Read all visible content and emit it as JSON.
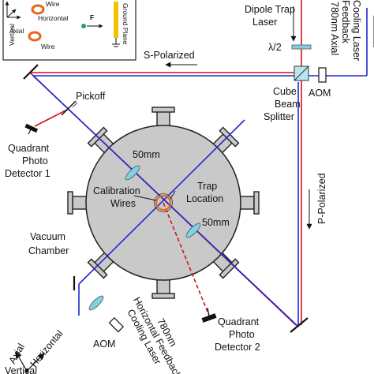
{
  "labels": {
    "dipole_trap_laser": [
      "Dipole Trap",
      "Laser"
    ],
    "lambda_half": "λ/2",
    "axial_cooling_laser": [
      "780nm Axial",
      "Feedback",
      "Cooling Laser"
    ],
    "s_polarized": "S-Polarized",
    "p_polarized": "P-Polarized",
    "cube_beam_splitter": [
      "Cube",
      "Beam",
      "Splitter"
    ],
    "aom_top": "AOM",
    "aom_bottom": "AOM",
    "pickoff": "Pickoff",
    "qpd1": [
      "Quadrant",
      "Photo",
      "Detector 1"
    ],
    "qpd2": [
      "Quadrant",
      "Photo",
      "Detector 2"
    ],
    "lens_upper": "50mm",
    "lens_lower": "50mm",
    "calibration_wires": [
      "Calibration",
      "Wires"
    ],
    "trap_location": [
      "Trap",
      "Location"
    ],
    "vacuum_chamber": [
      "Vacuum",
      "Chamber"
    ],
    "horizontal_cooling_laser": [
      "780nm",
      "Horizontal Feedback",
      "Cooling Laser"
    ]
  },
  "inset": {
    "wire_top": "Wire",
    "horizontal": "Horizontal",
    "vertical": "Vertical",
    "axial": "Axial",
    "wire_bottom": "Wire",
    "force": "F",
    "ground_plane": "Ground Plane"
  },
  "axes": {
    "axial": "Axial",
    "horizontal": "Horizontal",
    "vertical": "Vertical"
  },
  "colors": {
    "blue_beam": "#1a2bd0",
    "red_beam": "#d0141e",
    "chamber_fill": "#c9c9c9",
    "lens_fill": "#7fd0e0",
    "wire_ring": "#e8661a",
    "ground_plane": "#f2c200",
    "inset_green": "#2aa060"
  },
  "icons": [
    "detector-icon",
    "aom-icon",
    "lens-icon",
    "mirror-icon",
    "beam-splitter-icon",
    "waveplate-icon"
  ]
}
